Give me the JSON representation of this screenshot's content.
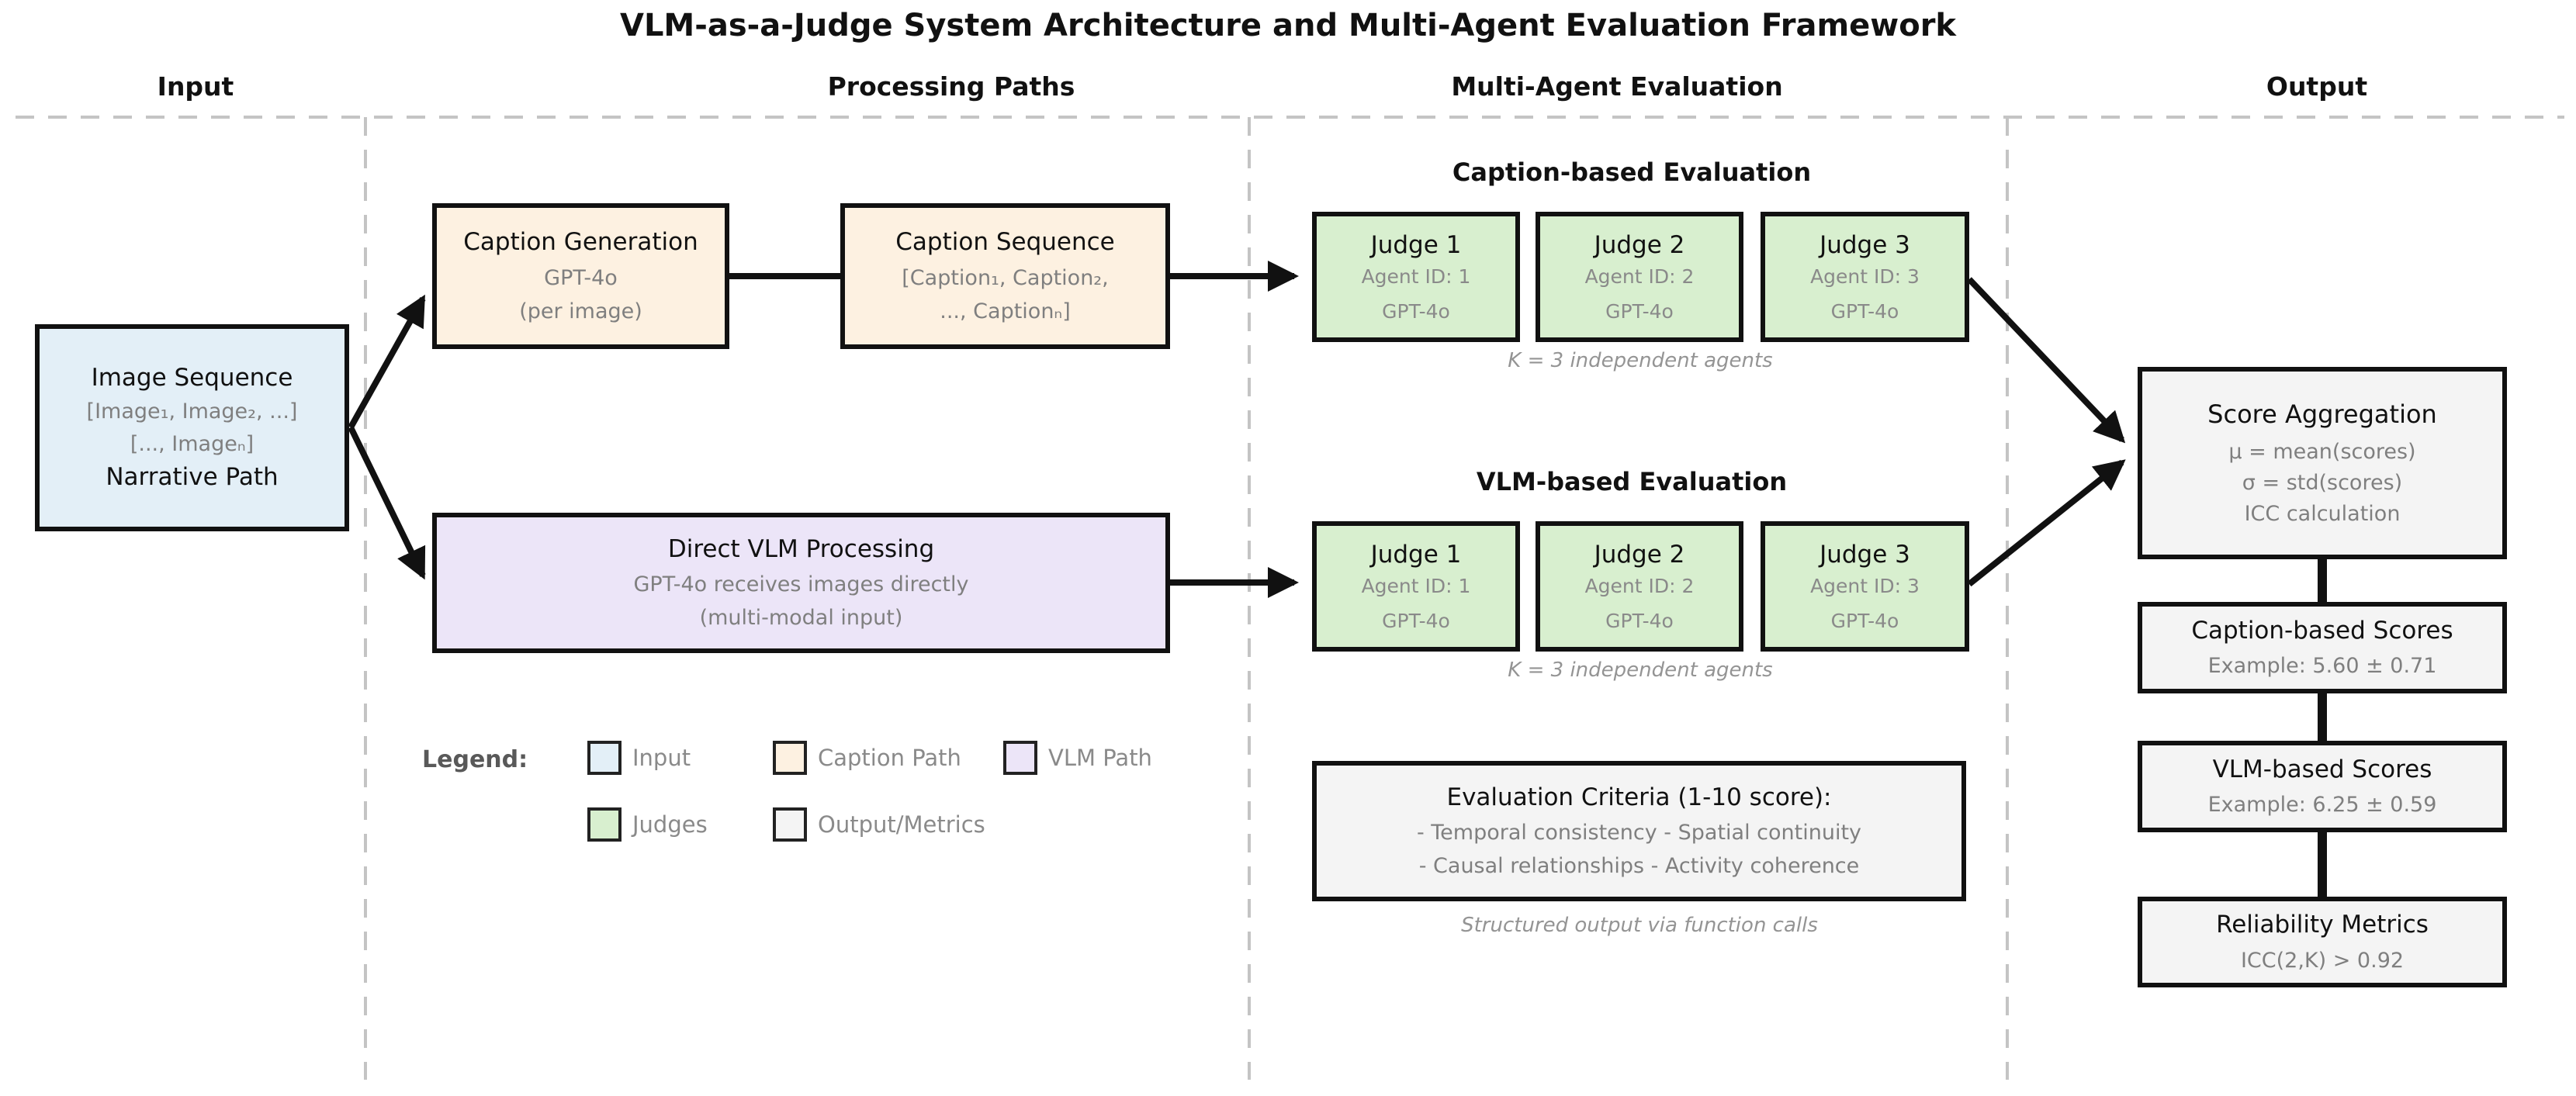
{
  "title": "VLM-as-a-Judge System Architecture and Multi-Agent Evaluation Framework",
  "column_headers": {
    "input": "Input",
    "processing": "Processing Paths",
    "evaluation": "Multi-Agent Evaluation",
    "output": "Output"
  },
  "input_box": {
    "title": "Image Sequence",
    "sub1": "[Image₁, Image₂, ...]",
    "sub2": "[..., Imageₙ]",
    "footer": "Narrative Path"
  },
  "caption_generation": {
    "title": "Caption Generation",
    "sub1": "GPT-4o",
    "sub2": "(per image)"
  },
  "caption_sequence": {
    "title": "Caption Sequence",
    "sub1": "[Caption₁, Caption₂,",
    "sub2": "..., Captionₙ]"
  },
  "direct_vlm": {
    "title": "Direct VLM Processing",
    "sub1": "GPT-4o receives images directly",
    "sub2": "(multi-modal input)"
  },
  "caption_eval": {
    "header": "Caption-based Evaluation",
    "judges": [
      {
        "title": "Judge 1",
        "agent_id": "Agent ID: 1",
        "model": "GPT-4o"
      },
      {
        "title": "Judge 2",
        "agent_id": "Agent ID: 2",
        "model": "GPT-4o"
      },
      {
        "title": "Judge 3",
        "agent_id": "Agent ID: 3",
        "model": "GPT-4o"
      }
    ],
    "note": "K = 3 independent agents"
  },
  "vlm_eval": {
    "header": "VLM-based Evaluation",
    "judges": [
      {
        "title": "Judge 1",
        "agent_id": "Agent ID: 1",
        "model": "GPT-4o"
      },
      {
        "title": "Judge 2",
        "agent_id": "Agent ID: 2",
        "model": "GPT-4o"
      },
      {
        "title": "Judge 3",
        "agent_id": "Agent ID: 3",
        "model": "GPT-4o"
      }
    ],
    "note": "K = 3 independent agents"
  },
  "criteria_box": {
    "title": "Evaluation Criteria (1-10 score):",
    "sub1": "- Temporal consistency - Spatial continuity",
    "sub2": "- Causal relationships - Activity coherence"
  },
  "criteria_note": "Structured output via function calls",
  "output_boxes": {
    "score_aggregation": {
      "title": "Score Aggregation",
      "sub1": "μ = mean(scores)",
      "sub2": "σ = std(scores)",
      "sub3": "ICC calculation"
    },
    "caption_scores": {
      "title": "Caption-based Scores",
      "sub1": "Example: 5.60 ± 0.71"
    },
    "vlm_scores": {
      "title": "VLM-based Scores",
      "sub1": "Example: 6.25 ± 0.59"
    },
    "reliability_metrics": {
      "title": "Reliability Metrics",
      "sub1": "ICC(2,K) > 0.92"
    }
  },
  "legend": {
    "label": "Legend:",
    "items": [
      {
        "label": "Input",
        "color": "#e3eff7"
      },
      {
        "label": "Caption Path",
        "color": "#fdf1e1"
      },
      {
        "label": "VLM Path",
        "color": "#ece5f8"
      },
      {
        "label": "Judges",
        "color": "#d8efcf"
      },
      {
        "label": "Output/Metrics",
        "color": "#f4f4f4"
      }
    ]
  },
  "colors": {
    "input": "#e3eff7",
    "caption_path": "#fdf1e1",
    "vlm_path": "#ece5f8",
    "judges": "#d8efcf",
    "output_metrics": "#f4f4f4",
    "border": "#111111",
    "muted_text": "#7f7f7f",
    "note_text": "#949494",
    "separator": "#c4c4c4"
  }
}
